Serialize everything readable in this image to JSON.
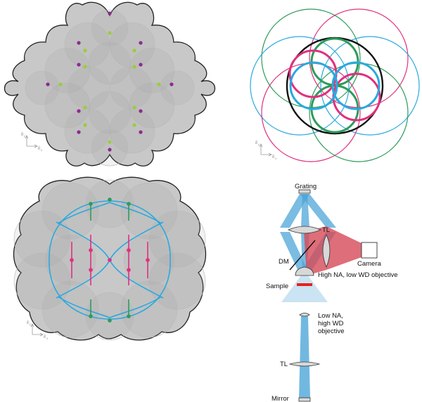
{
  "panels": {
    "a": {
      "axis_y": "k",
      "axis_y_sub": "y",
      "axis_x": "k",
      "axis_x_sub": "x",
      "colors": {
        "outline": "#222222",
        "disk": "#c8c8c8",
        "purple_dot": "#8e2a8e",
        "green_dot": "#9ccc3c"
      }
    },
    "b": {
      "axis_y": "k",
      "axis_y_sub": "y",
      "axis_x": "k",
      "axis_x_sub": "x",
      "colors": {
        "black": "#111111",
        "green": "#2e9b5a",
        "magenta": "#e0307f",
        "blue": "#2aa9df"
      }
    },
    "c": {
      "axis_y": "k",
      "axis_y_sub": "y",
      "axis_x": "k",
      "axis_x_sub": "x",
      "colors": {
        "disk": "#c8c8c8",
        "blue_curve": "#2aa9df",
        "magenta": "#e0307f",
        "green": "#2e9b5a"
      }
    },
    "d": {
      "labels": {
        "grating": "Grating",
        "tl_top": "TL",
        "camera": "Camera",
        "dm": "DM",
        "high_na_line1": "High NA, low WD objective",
        "sample": "Sample",
        "low_na_line1": "Low NA,",
        "low_na_line2": "high WD",
        "low_na_line3": "objective",
        "tl_bottom": "TL",
        "mirror": "Mirror"
      },
      "colors": {
        "beam_blue": "#4ea6d8",
        "beam_red": "#d64a57",
        "sample_bar": "#e5231b",
        "optics_gray": "#d8d8d8"
      }
    }
  }
}
